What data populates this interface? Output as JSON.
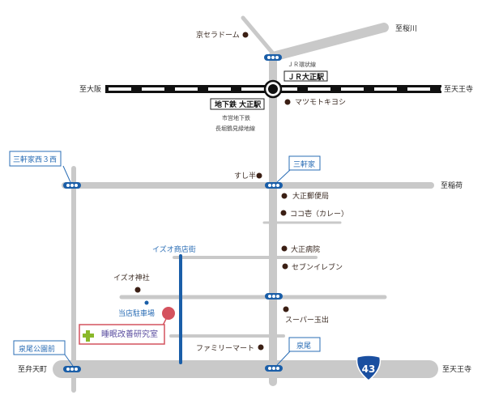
{
  "colors": {
    "road": "#c9c9c9",
    "bus": "#1a5ea8",
    "poi": "#3b1f14",
    "pin": "#d4525e",
    "clinic_text": "#5b4ea0",
    "plus": "#8ab82a"
  },
  "directions": {
    "sakuragawa": "至桜川",
    "osaka": "至大阪",
    "tennoji_top": "至天王寺",
    "inari": "至稲荷",
    "bentencho": "至弁天町",
    "tennoji_bottom": "至天王寺"
  },
  "stations": {
    "jr_line": "ＪＲ環状線",
    "jr_station": "ＪＲ大正駅",
    "subway_station": "地下鉄 大正駅",
    "subway_line1": "市営地下鉄",
    "subway_line2": "長堀鶴見緑地線"
  },
  "bus_stops": {
    "sangenya_nishi": "三軒家西３西",
    "sangenya": "三軒家",
    "izuo_park": "泉尾公園前",
    "izuo": "泉尾"
  },
  "pois": {
    "kyocera": "京セラドーム",
    "matsumoto": "マツモトキヨシ",
    "sushi": "すし半",
    "post": "大正郵便局",
    "coco": "ココ壱（カレー）",
    "hospital": "大正病院",
    "seven": "セブンイレブン",
    "shrine": "イズオ神社",
    "parking": "当店駐車場",
    "supermarket": "スーパー玉出",
    "familymart": "ファミリーマート"
  },
  "shopping_street": "イズオ商店街",
  "clinic": "睡眠改善研究室",
  "route": {
    "number": "43"
  }
}
